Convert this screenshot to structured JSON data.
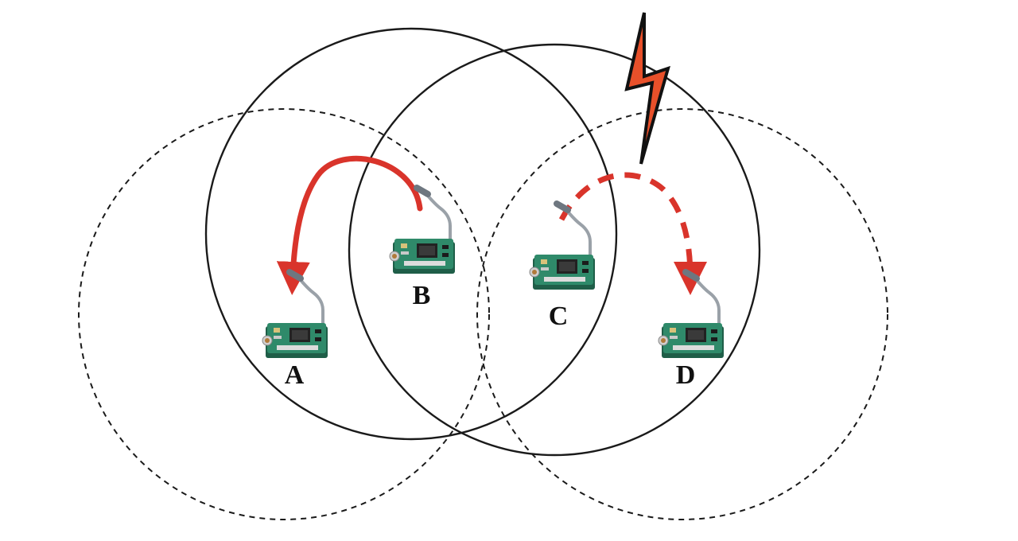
{
  "nodes": [
    {
      "id": "A",
      "label": "A"
    },
    {
      "id": "B",
      "label": "B"
    },
    {
      "id": "C",
      "label": "C"
    },
    {
      "id": "D",
      "label": "D"
    }
  ],
  "links": [
    {
      "from": "B",
      "to": "A",
      "style": "solid"
    },
    {
      "from": "C",
      "to": "D",
      "style": "dashed"
    }
  ],
  "colors": {
    "link": "#d9342b",
    "lightning_fill": "#e8502a",
    "lightning_stroke": "#111111",
    "board": "#2f8a6a",
    "board_dark": "#1f5e48",
    "antenna": "#9aa1a8"
  },
  "icons": {
    "interference": "lightning-bolt-icon",
    "node": "sensor-mote-icon"
  }
}
